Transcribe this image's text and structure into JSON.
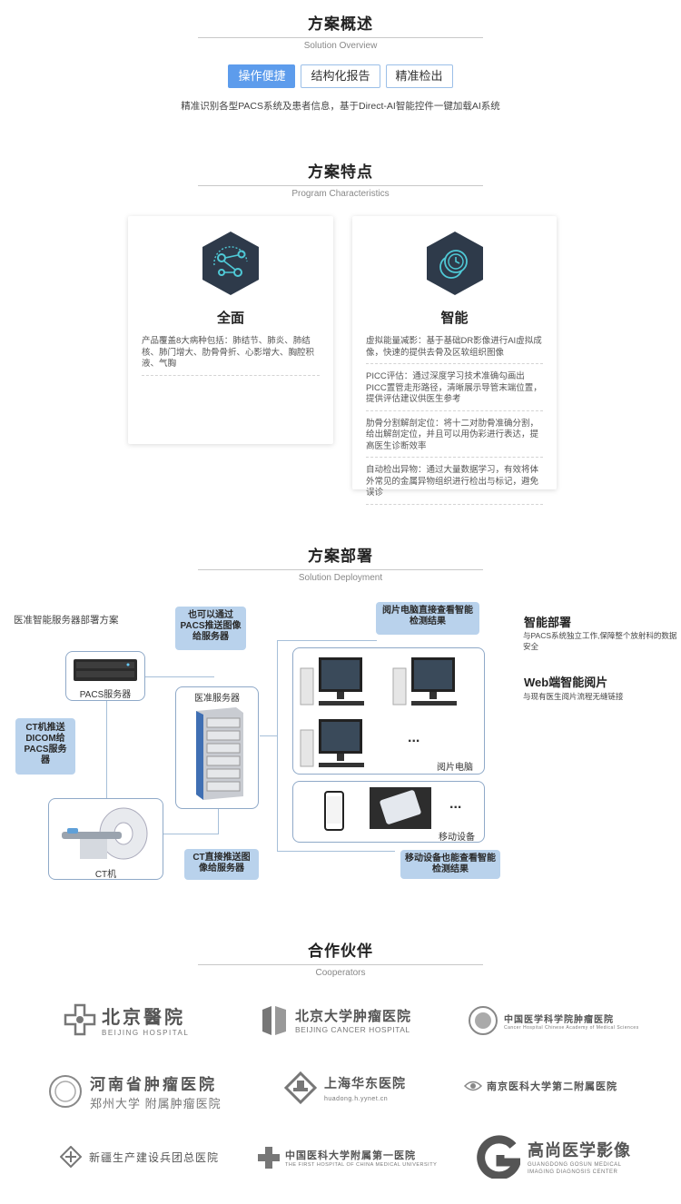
{
  "overview": {
    "title": "方案概述",
    "subtitle": "Solution Overview",
    "tabs": [
      "操作便捷",
      "结构化报告",
      "精准检出"
    ],
    "description": "精准识别各型PACS系统及患者信息，基于Direct-AI智能控件一键加载AI系统"
  },
  "features": {
    "title": "方案特点",
    "subtitle": "Program Characteristics",
    "cards": [
      {
        "title": "全面",
        "icon": "network-nodes-icon",
        "items": [
          "产品覆盖8大病种包括：肺结节、肺炎、肺结核、肺门增大、肋骨骨折、心影增大、胸腔积液、气胸"
        ]
      },
      {
        "title": "智能",
        "icon": "clock-coins-icon",
        "items": [
          "虚拟能量减影：基于基础DR影像进行AI虚拟成像，快速的提供去骨及区软组织图像",
          "PICC评估：通过深度学习技术准确勾画出PICC置管走形路径，清晰展示导管末端位置，提供评估建议供医生参考",
          "肋骨分割解剖定位：将十二对肋骨准确分割，给出解剖定位，并且可以用伪彩进行表达，提高医生诊断效率",
          "自动检出异物：通过大量数据学习，有效将体外常见的金属异物组织进行检出与标记，避免误诊"
        ]
      }
    ]
  },
  "deployment": {
    "title": "方案部署",
    "subtitle": "Solution Deployment",
    "diagram_label": "医准智能服务器部署方案",
    "callouts": {
      "pacs_push": "也可以通过PACS推送图像给服务器",
      "ct_to_pacs": "CT机推送DICOM给PACS服务器",
      "ct_direct": "CT直接推送图像给服务器",
      "view_pc": "阅片电脑直接查看智能检测结果",
      "mobile_view": "移动设备也能查看智能检测结果"
    },
    "nodes": {
      "pacs": "PACS服务器",
      "server": "医准服务器",
      "ct": "CT机",
      "pcs": "阅片电脑",
      "mobile": "移动设备",
      "ellipsis": "..."
    },
    "right": [
      {
        "title": "智能部署",
        "desc": "与PACS系统独立工作,保障整个放射科的数据安全"
      },
      {
        "title": "Web端智能阅片",
        "desc": "与现有医生阅片流程无缝链接"
      }
    ]
  },
  "partners": {
    "title": "合作伙伴",
    "subtitle": "Cooperators",
    "items": [
      {
        "name": "北京醫院",
        "sub": "BEIJING HOSPITAL",
        "icon": "cross-emblem-icon"
      },
      {
        "name": "北京大学肿瘤医院",
        "sub": "BEIJING CANCER HOSPITAL",
        "icon": "building-block-icon"
      },
      {
        "name": "中国医学科学院肿瘤医院",
        "sub": "Cancer Hospital Chinese Academy of Medical Sciences",
        "icon": "round-seal-icon"
      },
      {
        "name": "河南省肿瘤医院",
        "sub": "郑州大学 附属肿瘤医院",
        "icon": "round-seal-icon"
      },
      {
        "name": "上海华东医院",
        "sub": "huadong.h.yynet.cn",
        "icon": "cross-emblem-icon"
      },
      {
        "name": "南京医科大学第二附属医院",
        "sub": "",
        "icon": "ornament-icon"
      },
      {
        "name": "新疆生产建设兵团总医院",
        "sub": "",
        "icon": "diamond-cross-icon"
      },
      {
        "name": "中国医科大学附属第一医院",
        "sub": "THE FIRST HOSPITAL OF CHINA MEDICAL UNIVERSITY",
        "icon": "cross-emblem-icon"
      },
      {
        "name": "高尚医学影像",
        "sub": "GUANGDONG GOSUN MEDICAL IMAGING DIAGNOSIS CENTER",
        "icon": "g-logo-icon"
      }
    ]
  },
  "colors": {
    "accent": "#5d9cec",
    "callout": "#b9d2ec",
    "hex_dark": "#2e3a4a",
    "hex_icon": "#4fc9d6"
  }
}
